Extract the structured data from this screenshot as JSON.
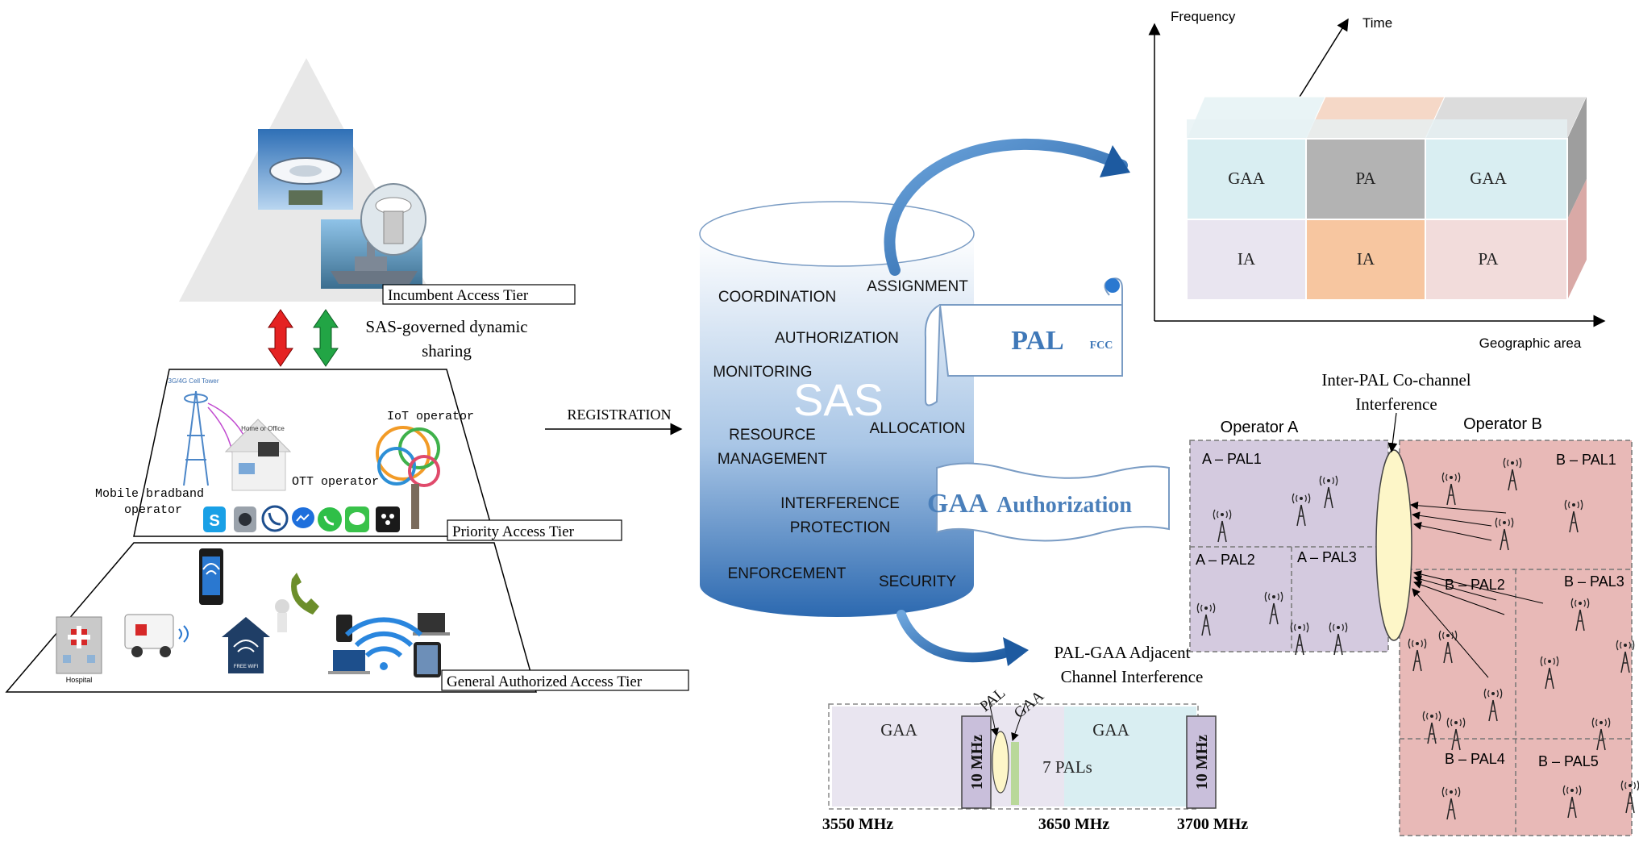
{
  "tiers": {
    "incumbent": "Incumbent Access Tier",
    "priority": "Priority Access Tier",
    "gaa": "General Authorized Access Tier",
    "sharing_line1": "SAS-governed dynamic",
    "sharing_line2": "sharing",
    "mobile_line1": "Mobile bradband",
    "mobile_line2": "operator",
    "ott": "OTT operator",
    "iot": "IoT operator",
    "cell_tower_caption": "3G/4G Cell Tower",
    "home_caption": "Home or Office",
    "hospital_caption": "Hospital",
    "free_wifi_caption": "FREE WIFI"
  },
  "registration": "REGISTRATION",
  "sas": {
    "title": "SAS",
    "functions": {
      "coordination": "COORDINATION",
      "assignment": "ASSIGNMENT",
      "authorization": "AUTHORIZATION",
      "monitoring": "MONITORING",
      "allocation": "ALLOCATION",
      "resource_line1": "RESOURCE",
      "resource_line2": "MANAGEMENT",
      "interference_line1": "INTERFERENCE",
      "interference_line2": "PROTECTION",
      "enforcement": "ENFORCEMENT",
      "security": "SECURITY"
    },
    "pal": "PAL",
    "fcc": "FCC",
    "gaa_auth_gaa": "GAA",
    "gaa_auth_word": "Authorization"
  },
  "grid": {
    "y_axis": "Frequency",
    "time_axis": "Time",
    "x_axis": "Geographic area",
    "top_row": [
      "GAA",
      "PA",
      "GAA"
    ],
    "bottom_row": [
      "IA",
      "IA",
      "PA"
    ],
    "colors": {
      "light_blue": "#d9eef2",
      "gray": "#b3b3b3",
      "lavender": "#e9e5f0",
      "orange": "#f7c6a0",
      "pink": "#f2dcdb"
    }
  },
  "interference": {
    "inter_pal_line1": "Inter-PAL Co-channel",
    "inter_pal_line2": "Interference",
    "adjacent_line1": "PAL-GAA Adjacent",
    "adjacent_line2": "Channel Interference"
  },
  "operators": {
    "a_title": "Operator A",
    "b_title": "Operator B",
    "a_regions": [
      "A – PAL1",
      "A – PAL2",
      "A – PAL3"
    ],
    "b_regions": [
      "B – PAL1",
      "B – PAL2",
      "B – PAL3",
      "B – PAL4",
      "B – PAL5"
    ],
    "colors": {
      "a": "#d4cadf",
      "b": "#e8b9b7"
    }
  },
  "spectrum": {
    "gaa_left": "GAA",
    "gaa_right": "GAA",
    "pal_label": "PAL",
    "gaa_label": "GAA",
    "mhz_left": "10 MHz",
    "mhz_right": "10 MHz",
    "pals": "7 PALs",
    "freq_1": "3550 MHz",
    "freq_2": "3650 MHz",
    "freq_3": "3700 MHz"
  },
  "icons": [
    "satellite-dish-icon",
    "radar-icon",
    "warship-icon",
    "cell-tower-icon",
    "house-icon",
    "skype-icon",
    "camera-app-icon",
    "phone-icon",
    "messenger-icon",
    "whatsapp-icon",
    "messages-icon",
    "blackberry-icon",
    "iot-brain-icon",
    "smartphone-icon",
    "phone-handset-icon",
    "hospital-icon",
    "ambulance-icon",
    "free-wifi-icon",
    "devices-icon",
    "wifi-icon",
    "antenna-icon"
  ]
}
